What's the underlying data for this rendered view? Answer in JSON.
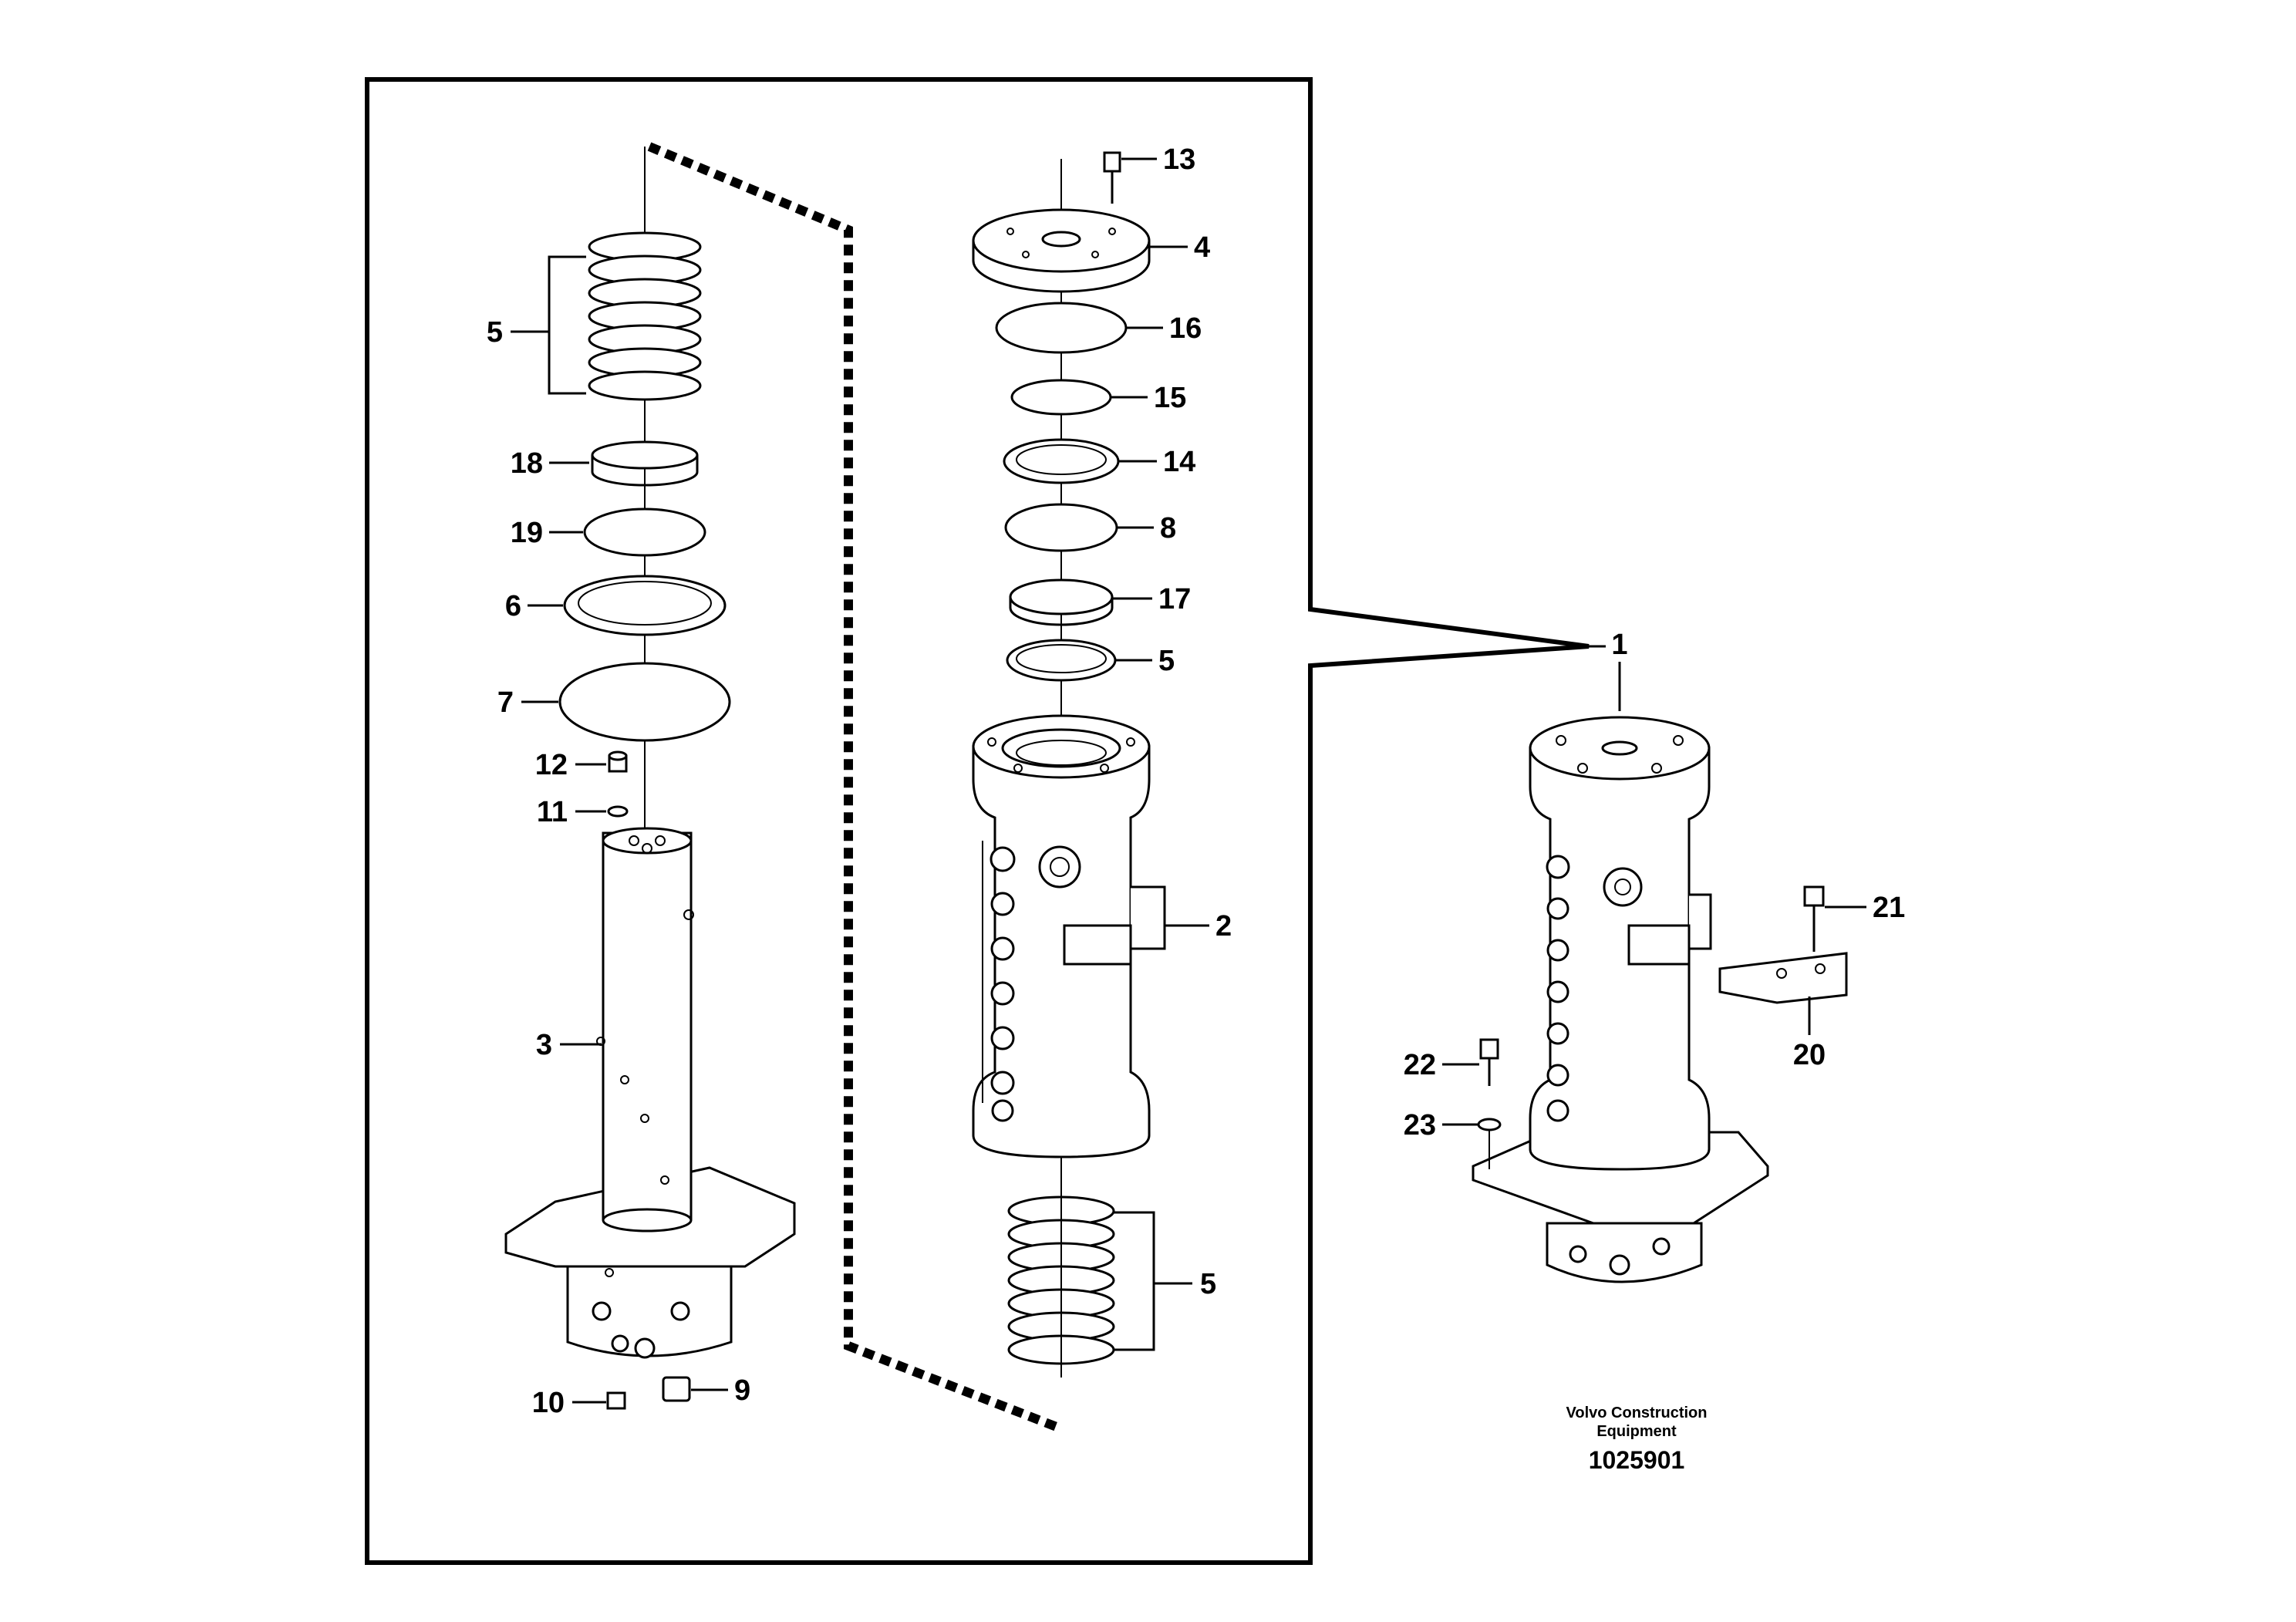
{
  "callouts": {
    "c5_top_left": "5",
    "c18": "18",
    "c19": "19",
    "c6": "6",
    "c7": "7",
    "c12": "12",
    "c11": "11",
    "c3": "3",
    "c10": "10",
    "c9": "9",
    "c13": "13",
    "c4": "4",
    "c16": "16",
    "c15": "15",
    "c14": "14",
    "c8": "8",
    "c17": "17",
    "c5_mid": "5",
    "c2": "2",
    "c5_bottom": "5",
    "c1": "1",
    "c21": "21",
    "c20": "20",
    "c22": "22",
    "c23": "23"
  },
  "footer": {
    "company_line1": "Volvo Construction",
    "company_line2": "Equipment",
    "doc_number": "1025901"
  }
}
